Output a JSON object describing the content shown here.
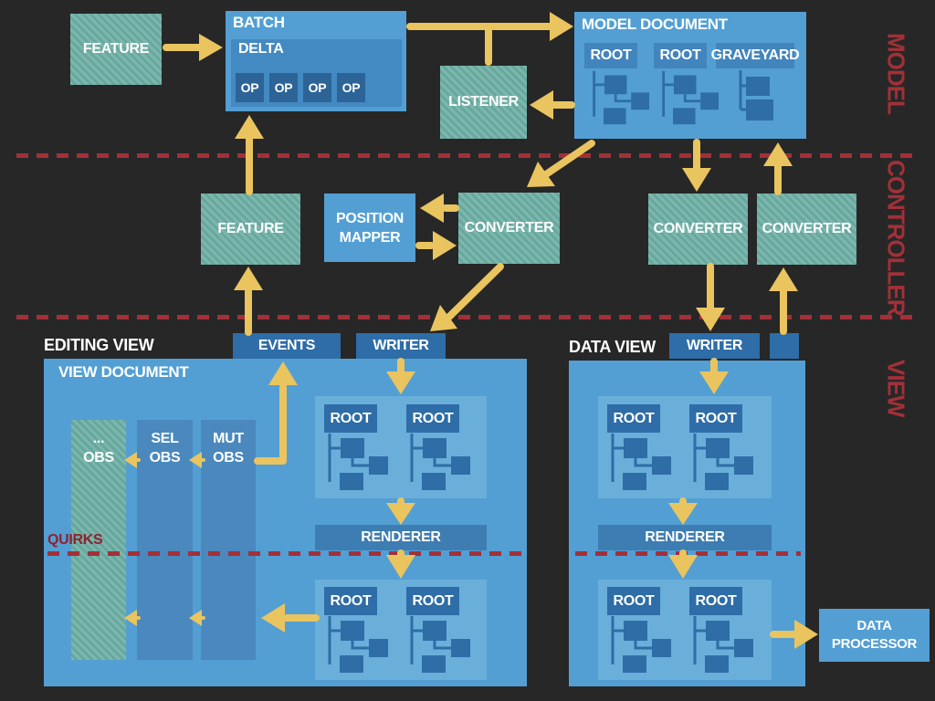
{
  "zones": {
    "model_label": "MODEL",
    "controller_label": "CONTROLLER",
    "view_label": "VIEW"
  },
  "model": {
    "feature_label": "FEATURE",
    "batch": {
      "label": "BATCH",
      "delta_label": "DELTA",
      "ops": [
        "OP",
        "OP",
        "OP",
        "OP"
      ]
    },
    "listener_label": "LISTENER",
    "document": {
      "label": "MODEL DOCUMENT",
      "root1": "ROOT",
      "root2": "ROOT",
      "graveyard": "GRAVEYARD"
    }
  },
  "controller": {
    "feature_label": "FEATURE",
    "position_mapper": {
      "line1": "POSITION",
      "line2": "MAPPER"
    },
    "converter_mid": "CONVERTER",
    "converter_down": "CONVERTER",
    "converter_up": "CONVERTER"
  },
  "editing_view": {
    "label": "EDITING VIEW",
    "document_label": "VIEW DOCUMENT",
    "events_tab": "EVENTS",
    "writer_tab": "WRITER",
    "observers": [
      {
        "line1": "...",
        "line2": "OBS"
      },
      {
        "line1": "SEL",
        "line2": "OBS"
      },
      {
        "line1": "MUT",
        "line2": "OBS"
      }
    ],
    "top_roots": [
      "ROOT",
      "ROOT"
    ],
    "renderer_label": "RENDERER",
    "quirks_label": "QUIRKS",
    "bottom_roots": [
      "ROOT",
      "ROOT"
    ]
  },
  "data_view": {
    "label": "DATA VIEW",
    "writer_tab": "WRITER",
    "top_roots": [
      "ROOT",
      "ROOT"
    ],
    "renderer_label": "RENDERER",
    "bottom_roots": [
      "ROOT",
      "ROOT"
    ]
  },
  "data_processor": {
    "line1": "DATA",
    "line2": "PROCESSOR"
  },
  "colors": {
    "background": "#272727",
    "box_blue": "#539fd3",
    "panel_blue": "#69afda",
    "dark_tab_blue": "#2e6da7",
    "model_tab_blue": "#4285bd",
    "delta_blue": "#4389c2",
    "op_blue": "#2c6497",
    "observer_blue": "#4a88bd",
    "renderer_blue": "#3d7db2",
    "teal": "#7cb7ad",
    "teal_dark": "#67a79d",
    "arrow_yellow": "#e9c45f",
    "zone_red": "#a23038",
    "quirks_red": "#8e2230",
    "text_white": "#ffffff"
  }
}
